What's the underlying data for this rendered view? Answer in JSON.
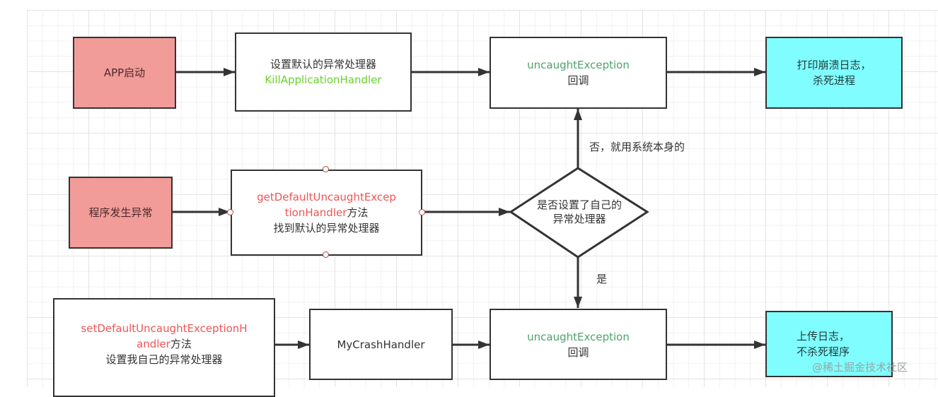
{
  "nodes": {
    "app_start": {
      "text": "APP启动"
    },
    "set_default": {
      "line1": "设置默认的异常处理器",
      "line2": "KillApplicationHandler"
    },
    "uncaught_top": {
      "method": "uncaughtException",
      "suffix": "回调"
    },
    "print_crash": {
      "line1": "打印崩溃日志，",
      "line2": "杀死进程"
    },
    "exception_occurs": {
      "text": "程序发生异常"
    },
    "get_default": {
      "method_part1": "getDefaultUncaughtExcep",
      "method_part2": "tionHandler",
      "method_suffix": "方法",
      "line3": "找到默认的异常处理器"
    },
    "decision": {
      "line1": "是否设置了自己的",
      "line2": "异常处理器"
    },
    "set_custom": {
      "method_part1": "setDefaultUncaughtExceptionH",
      "method_part2": "andler",
      "method_suffix": "方法",
      "line3": "设置我自己的异常处理器"
    },
    "my_crash_handler": {
      "text": "MyCrashHandler"
    },
    "uncaught_bottom": {
      "method": "uncaughtException",
      "suffix": "回调"
    },
    "upload_log": {
      "line1": "上传日志，",
      "line2": "不杀死程序"
    }
  },
  "edge_labels": {
    "no": "否，就用系统本身的",
    "yes": "是"
  },
  "watermark": "@稀土掘金技术社区",
  "colors": {
    "start_fill": "#f19c99",
    "end_fill": "#80fdff",
    "method_red": "#ee5555",
    "class_green": "#6bd12c",
    "callback_green": "#4ea36b",
    "stroke": "#333333"
  }
}
